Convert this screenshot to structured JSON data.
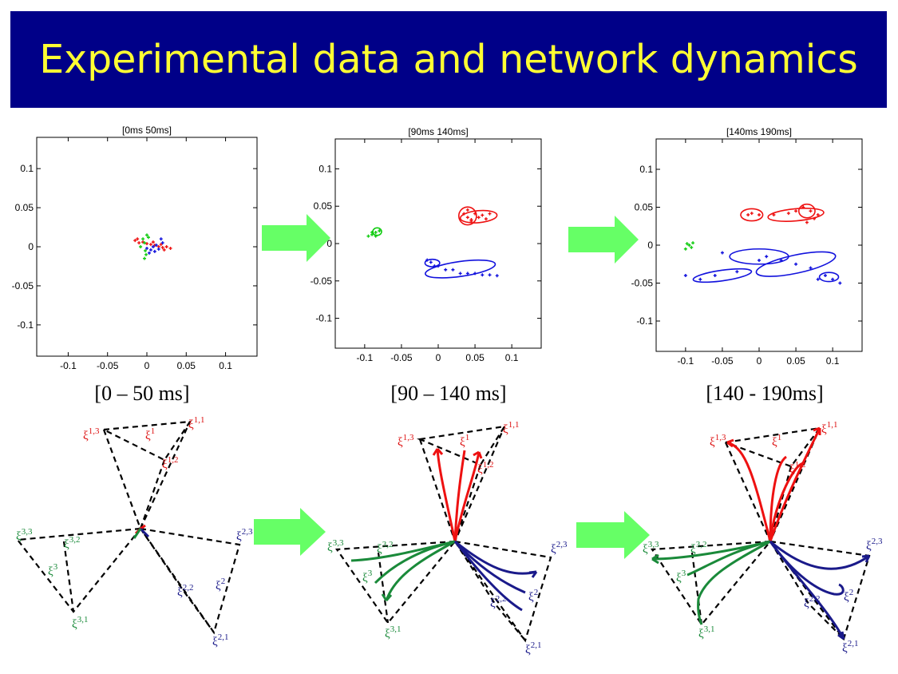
{
  "title": "Experimental data and network dynamics",
  "colors": {
    "title_bg": "#000088",
    "title_text": "#ffff33",
    "red": "#ee1111",
    "blue": "#1111dd",
    "green": "#11cc11",
    "arrow_fill": "#66ff66",
    "net_red": "#dd1111",
    "net_blue": "#1a1a8a",
    "net_green": "#1a8a3a"
  },
  "range_labels": [
    "[0 – 50 ms]",
    "[90 – 140 ms]",
    "[140 - 190ms]"
  ],
  "chart_data": [
    {
      "type": "scatter",
      "title": "[0ms 50ms]",
      "xlim": [
        -0.14,
        0.14
      ],
      "ylim": [
        -0.14,
        0.14
      ],
      "xticks": [
        -0.1,
        -0.05,
        0,
        0.05,
        0.1
      ],
      "yticks": [
        -0.1,
        -0.05,
        0,
        0.05,
        0.1
      ],
      "xtick_labels": [
        "-0.1",
        "-0.05",
        "0",
        "0.05",
        "0.1"
      ],
      "ytick_labels": [
        "-0.1",
        "-0.05",
        "0",
        "0.05",
        "0.1"
      ],
      "series": [
        {
          "color": "red",
          "points": [
            [
              -0.015,
              0.008
            ],
            [
              -0.01,
              0.005
            ],
            [
              -0.005,
              0.006
            ],
            [
              0.0,
              0.004
            ],
            [
              0.005,
              0.003
            ],
            [
              0.01,
              0.002
            ],
            [
              0.015,
              0.0
            ],
            [
              0.02,
              -0.001
            ],
            [
              0.025,
              0.0
            ],
            [
              0.03,
              -0.002
            ],
            [
              -0.012,
              0.01
            ],
            [
              0.008,
              0.006
            ],
            [
              0.018,
              0.003
            ],
            [
              0.022,
              -0.004
            ]
          ],
          "ellipses": []
        },
        {
          "color": "blue",
          "points": [
            [
              0.0,
              -0.002
            ],
            [
              0.005,
              -0.004
            ],
            [
              0.01,
              -0.006
            ],
            [
              0.015,
              -0.003
            ],
            [
              0.02,
              0.005
            ],
            [
              0.012,
              0.002
            ],
            [
              0.008,
              0.0
            ],
            [
              0.003,
              -0.008
            ],
            [
              0.018,
              0.01
            ]
          ],
          "ellipses": []
        },
        {
          "color": "green",
          "points": [
            [
              -0.005,
              0.01
            ],
            [
              0.0,
              0.015
            ],
            [
              -0.003,
              0.005
            ],
            [
              -0.002,
              -0.005
            ],
            [
              -0.001,
              -0.01
            ],
            [
              -0.003,
              -0.015
            ],
            [
              0.002,
              0.012
            ],
            [
              -0.008,
              0.0
            ]
          ],
          "ellipses": []
        }
      ]
    },
    {
      "type": "scatter",
      "title": "[90ms 140ms]",
      "xlim": [
        -0.14,
        0.14
      ],
      "ylim": [
        -0.14,
        0.14
      ],
      "xticks": [
        -0.1,
        -0.05,
        0,
        0.05,
        0.1
      ],
      "yticks": [
        -0.1,
        -0.05,
        0,
        0.05,
        0.1
      ],
      "xtick_labels": [
        "-0.1",
        "-0.05",
        "0",
        "0.05",
        "0.1"
      ],
      "ytick_labels": [
        "-0.1",
        "-0.05",
        "0",
        "0.05",
        "0.1"
      ],
      "series": [
        {
          "color": "red",
          "points": [
            [
              0.035,
              0.04
            ],
            [
              0.04,
              0.035
            ],
            [
              0.045,
              0.032
            ],
            [
              0.05,
              0.04
            ],
            [
              0.055,
              0.035
            ],
            [
              0.06,
              0.038
            ],
            [
              0.065,
              0.033
            ],
            [
              0.07,
              0.04
            ],
            [
              0.04,
              0.045
            ],
            [
              0.045,
              0.03
            ]
          ],
          "ellipses": [
            {
              "cx": 0.04,
              "cy": 0.037,
              "rx": 0.012,
              "ry": 0.012,
              "rot": 0
            },
            {
              "cx": 0.055,
              "cy": 0.036,
              "rx": 0.025,
              "ry": 0.008,
              "rot": -5
            }
          ]
        },
        {
          "color": "blue",
          "points": [
            [
              -0.015,
              -0.022
            ],
            [
              -0.01,
              -0.025
            ],
            [
              -0.005,
              -0.03
            ],
            [
              0.0,
              -0.03
            ],
            [
              0.01,
              -0.035
            ],
            [
              0.02,
              -0.035
            ],
            [
              0.03,
              -0.04
            ],
            [
              0.04,
              -0.04
            ],
            [
              0.05,
              -0.04
            ],
            [
              0.06,
              -0.042
            ],
            [
              0.07,
              -0.042
            ],
            [
              0.08,
              -0.043
            ]
          ],
          "ellipses": [
            {
              "cx": -0.008,
              "cy": -0.026,
              "rx": 0.01,
              "ry": 0.005,
              "rot": 0
            },
            {
              "cx": 0.03,
              "cy": -0.034,
              "rx": 0.048,
              "ry": 0.01,
              "rot": -8
            }
          ]
        },
        {
          "color": "green",
          "points": [
            [
              -0.095,
              0.01
            ],
            [
              -0.09,
              0.012
            ],
            [
              -0.085,
              0.015
            ],
            [
              -0.08,
              0.017
            ],
            [
              -0.085,
              0.01
            ],
            [
              -0.09,
              0.015
            ]
          ],
          "ellipses": [
            {
              "cx": -0.083,
              "cy": 0.016,
              "rx": 0.006,
              "ry": 0.005,
              "rot": 0
            }
          ]
        }
      ]
    },
    {
      "type": "scatter",
      "title": "[140ms 190ms]",
      "xlim": [
        -0.14,
        0.14
      ],
      "ylim": [
        -0.14,
        0.14
      ],
      "xticks": [
        -0.1,
        -0.05,
        0,
        0.05,
        0.1
      ],
      "yticks": [
        -0.1,
        -0.05,
        0,
        0.05,
        0.1
      ],
      "xtick_labels": [
        "-0.1",
        "-0.05",
        "0",
        "0.05",
        "0.1"
      ],
      "ytick_labels": [
        "-0.1",
        "-0.05",
        "0",
        "0.05",
        "0.1"
      ],
      "series": [
        {
          "color": "red",
          "points": [
            [
              -0.015,
              0.04
            ],
            [
              -0.01,
              0.042
            ],
            [
              0.0,
              0.04
            ],
            [
              0.02,
              0.04
            ],
            [
              0.04,
              0.042
            ],
            [
              0.06,
              0.05
            ],
            [
              0.07,
              0.045
            ],
            [
              0.08,
              0.04
            ],
            [
              0.075,
              0.035
            ],
            [
              0.065,
              0.03
            ],
            [
              0.05,
              0.045
            ]
          ],
          "ellipses": [
            {
              "cx": -0.01,
              "cy": 0.04,
              "rx": 0.015,
              "ry": 0.008,
              "rot": 0
            },
            {
              "cx": 0.05,
              "cy": 0.04,
              "rx": 0.038,
              "ry": 0.008,
              "rot": -5
            },
            {
              "cx": 0.065,
              "cy": 0.045,
              "rx": 0.011,
              "ry": 0.009,
              "rot": 0
            }
          ]
        },
        {
          "color": "blue",
          "points": [
            [
              -0.1,
              -0.04
            ],
            [
              -0.08,
              -0.045
            ],
            [
              -0.06,
              -0.04
            ],
            [
              -0.05,
              -0.01
            ],
            [
              -0.03,
              -0.035
            ],
            [
              0.0,
              -0.02
            ],
            [
              0.01,
              -0.015
            ],
            [
              0.03,
              -0.02
            ],
            [
              0.05,
              -0.025
            ],
            [
              0.07,
              -0.03
            ],
            [
              0.08,
              -0.045
            ],
            [
              0.1,
              -0.045
            ],
            [
              0.11,
              -0.05
            ],
            [
              0.09,
              -0.04
            ]
          ],
          "ellipses": [
            {
              "cx": -0.05,
              "cy": -0.04,
              "rx": 0.04,
              "ry": 0.007,
              "rot": -8
            },
            {
              "cx": 0.0,
              "cy": -0.015,
              "rx": 0.04,
              "ry": 0.01,
              "rot": 0
            },
            {
              "cx": 0.05,
              "cy": -0.025,
              "rx": 0.055,
              "ry": 0.012,
              "rot": -12
            },
            {
              "cx": 0.095,
              "cy": -0.042,
              "rx": 0.013,
              "ry": 0.006,
              "rot": 0
            }
          ]
        },
        {
          "color": "green",
          "points": [
            [
              -0.1,
              -0.005
            ],
            [
              -0.095,
              0.0
            ],
            [
              -0.09,
              0.003
            ],
            [
              -0.092,
              -0.003
            ],
            [
              -0.098,
              0.002
            ]
          ],
          "ellipses": []
        }
      ]
    }
  ],
  "networks": [
    {
      "labels": {
        "r13": "ξ1,3",
        "r1": "ξ1",
        "r11": "ξ1,1",
        "r12": "ξ1,2",
        "g33": "ξ3,3",
        "g32": "ξ3,2",
        "g3": "ξ3",
        "g31": "ξ3,1",
        "b23": "ξ2,3",
        "b22": "ξ2,2",
        "b2": "ξ2",
        "b21": "ξ2,1"
      }
    }
  ]
}
